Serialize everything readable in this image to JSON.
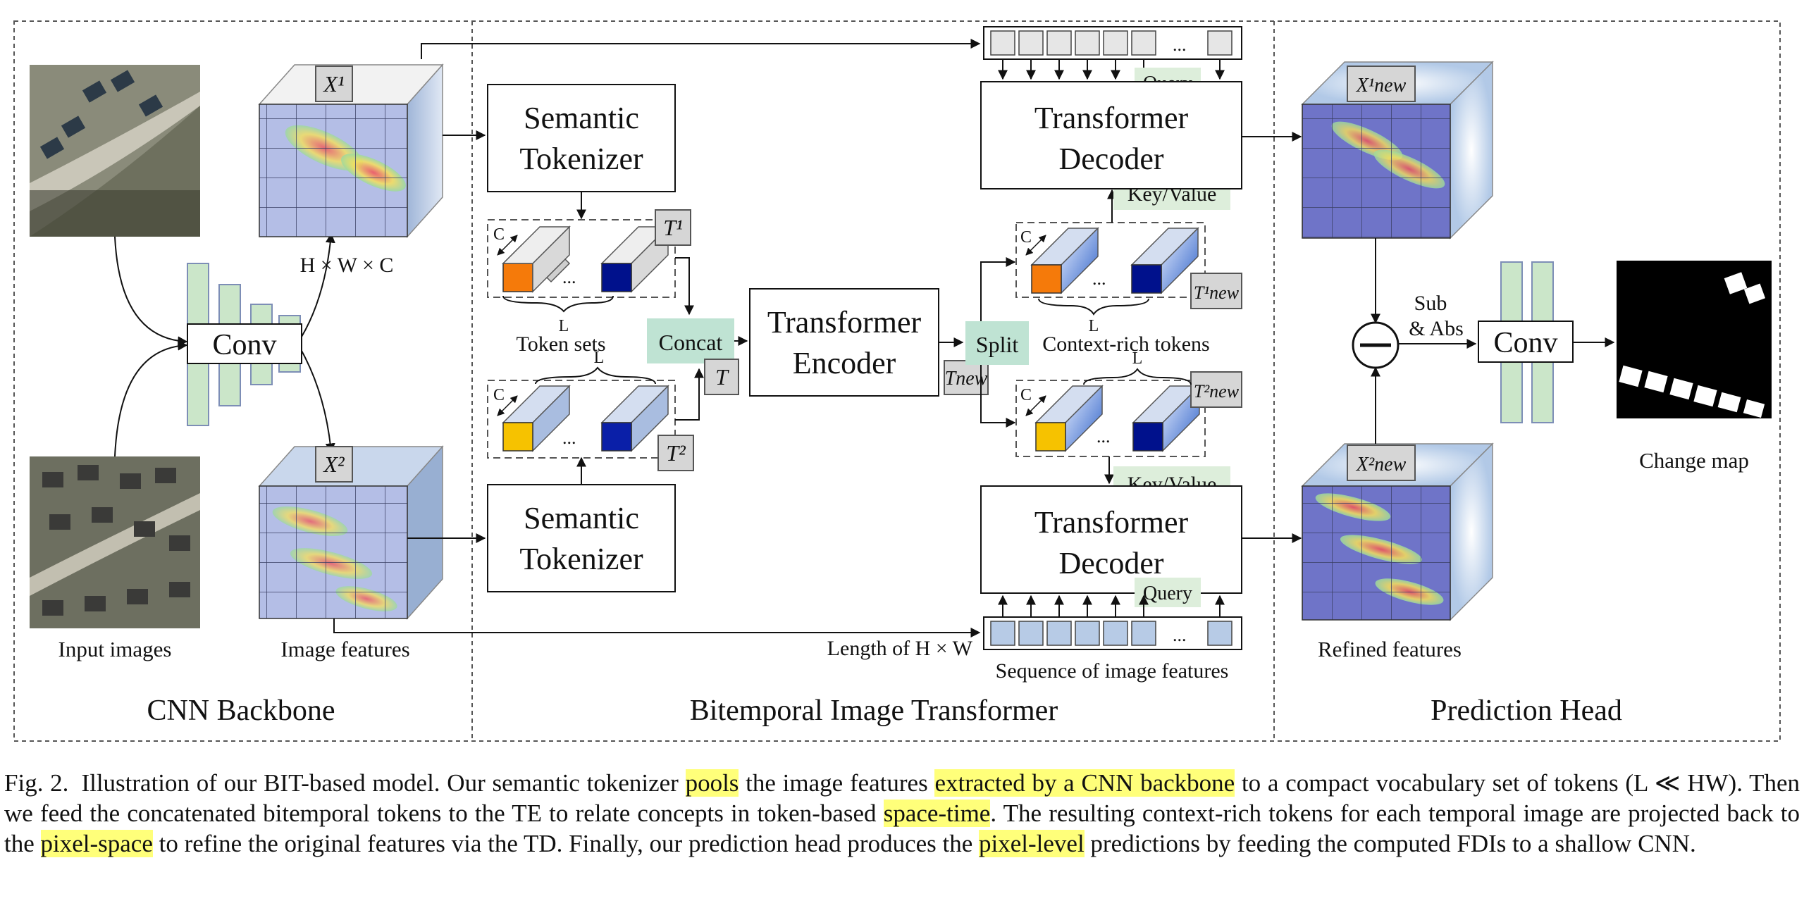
{
  "sections": {
    "cnn": "CNN Backbone",
    "bit": "Bitemporal Image Transformer",
    "head": "Prediction Head"
  },
  "labels": {
    "input_images": "Input images",
    "image_features": "Image features",
    "hwc": "H × W × C",
    "conv": "Conv",
    "conv2": "Conv",
    "x1": "X¹",
    "x2": "X²",
    "semantic": "Semantic",
    "tokenizer": "Tokenizer",
    "semantic2": "Semantic",
    "tokenizer2": "Tokenizer",
    "t1": "T¹",
    "t2": "T²",
    "t": "T",
    "c": "C",
    "l": "L",
    "dots": "...",
    "token_sets": "Token sets",
    "concat": "Concat",
    "transformer": "Transformer",
    "encoder": "Encoder",
    "t_new": "Tnew",
    "split": "Split",
    "context_rich": "Context-rich tokens",
    "t1_new": "T¹new",
    "t2_new": "T²new",
    "key_value": "Key/Value",
    "query": "Query",
    "decoder": "Decoder",
    "length": "Length of H × W",
    "sequence": "Sequence of image features",
    "x1_new": "X¹new",
    "x2_new": "X²new",
    "refined": "Refined features",
    "sub": "Sub",
    "abs": "& Abs",
    "change_map": "Change map"
  },
  "caption": {
    "fig": "Fig. 2.",
    "p1": "Illustration of our BIT-based model. Our semantic tokenizer ",
    "h1": "pools",
    "p2": " the image features ",
    "h2": "extracted by a CNN backbone",
    "p3": " to a compact vocabulary set of tokens (L ≪ HW). Then we feed the concatenated bitemporal tokens to the TE to relate concepts in token-based ",
    "h3": "space-time",
    "p4": ". The resulting context-rich tokens for each temporal image are projected back to the ",
    "h4": "pixel-space",
    "p5": " to refine the original features via the TD. Finally, our prediction head produces the ",
    "h5": "pixel-level",
    "p6": " predictions by feeding the computed FDIs to a shallow CNN."
  },
  "colors": {
    "green": "#cbe6c9",
    "label_green": "#ddeedb",
    "grid_blue": "#b4bee6",
    "deep_blue": "#6f74c8",
    "orange": "#f57a0a",
    "yellow": "#f6c200",
    "navy": "#00118c",
    "highlight": "#ffff7a"
  }
}
